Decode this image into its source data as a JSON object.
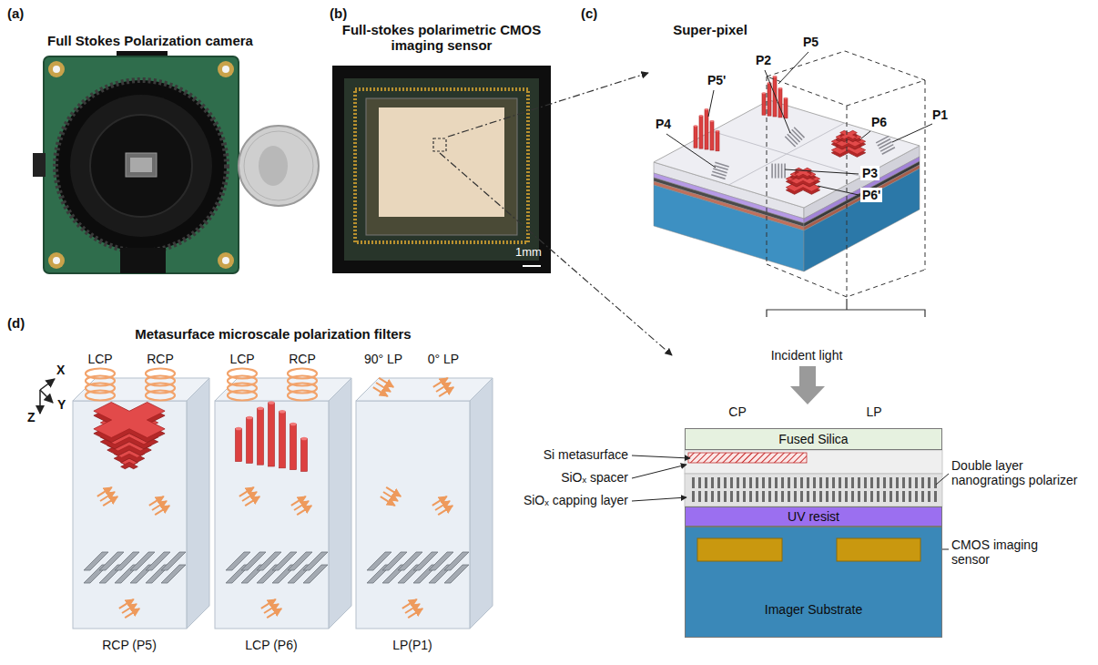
{
  "diagram": {
    "nodes": [
      {
        "text": [
          "Fused Silica"
        ]
      },
      {
        "text": [
          "UV resist"
        ]
      },
      {
        "text": [
          "Imager Substrate"
        ]
      }
    ],
    "labels": [
      "(a)",
      "Full Stokes Polarization camera",
      "(b)",
      "Full-stokes polarimetric CMOS imaging sensor",
      "1mm",
      "(c)",
      "Super-pixel",
      "P5",
      "P2",
      "P5'",
      "P1",
      "P4",
      "P6",
      "P3",
      "P6'",
      "(d)",
      "Metasurface microscale polarization filters",
      "LCP",
      "RCP",
      "LCP",
      "RCP",
      "90° LP",
      "0° LP",
      "X",
      "Y",
      "Z",
      "RCP (P5)",
      "LCP (P6)",
      "LP(P1)",
      "Incident light",
      "CP",
      "LP",
      "Si metasurface",
      "SiOₓ spacer",
      "SiOₓ capping layer",
      "Double layer nanogratings polarizer",
      "CMOS imaging sensor"
    ]
  }
}
